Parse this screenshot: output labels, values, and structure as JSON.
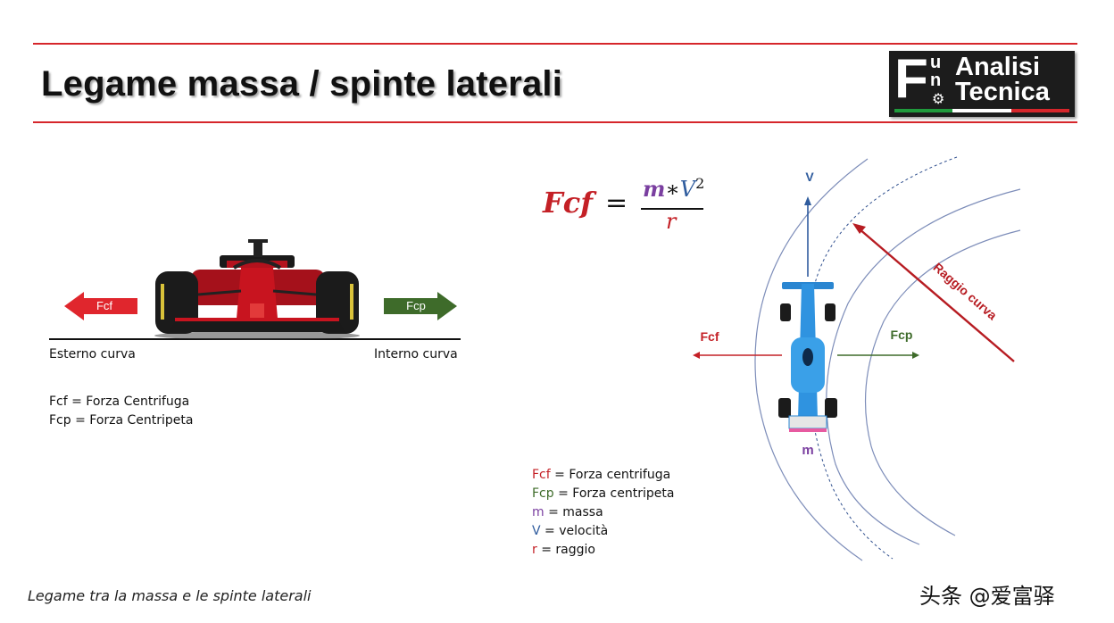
{
  "header": {
    "title": "Legame massa / spinte laterali",
    "logo": {
      "letter": "F",
      "sub_u": "u",
      "sub_n": "n",
      "line1": "Analisi",
      "line2": "Tecnica"
    }
  },
  "left_diagram": {
    "fcf_arrow": "Fcf",
    "fcp_arrow": "Fcp",
    "ground_left": "Esterno curva",
    "ground_right": "Interno curva",
    "legend": [
      "Fcf = Forza Centrifuga",
      "Fcp = Forza Centripeta"
    ]
  },
  "formula": {
    "lhs": "Fcf",
    "equals": "=",
    "numerator_m": "m",
    "numerator_op": "∗",
    "numerator_v": "V",
    "exponent": "2",
    "denominator": "r"
  },
  "right_diagram": {
    "v_label": "V",
    "fcf_label": "Fcf",
    "fcp_label": "Fcp",
    "radius_label": "Raggio curva",
    "mass_label": "m",
    "legend": [
      {
        "key": "Fcf",
        "rest": " = Forza centrifuga",
        "color": "#c42026"
      },
      {
        "key": "Fcp",
        "rest": " = Forza centripeta",
        "color": "#3e6b2a"
      },
      {
        "key": "m",
        "rest": " = massa",
        "color": "#7a3fa0"
      },
      {
        "key": "V",
        "rest": " = velocità",
        "color": "#2f5c9e"
      },
      {
        "key": "r",
        "rest": " = raggio",
        "color": "#c42026"
      }
    ]
  },
  "caption": "Legame tra la massa e le spinte laterali",
  "watermark": "头条 @爱富驿",
  "colors": {
    "accent_red": "#c42026",
    "centripetal_green": "#3e6b2a",
    "mass_purple": "#7a3fa0",
    "velocity_blue": "#2f5c9e",
    "header_rule": "#d6262b"
  }
}
